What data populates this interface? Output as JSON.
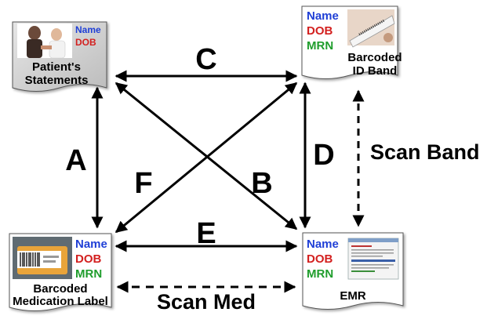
{
  "colors": {
    "name": "#1f3fd6",
    "dob": "#d3201f",
    "mrn": "#1f9d2c",
    "doc_fill": "#ffffff",
    "doc_fill_gray": "#d9d9d9",
    "arrow": "#000000"
  },
  "nodes": {
    "patient": {
      "title_line1": "Patient's",
      "title_line2": "Statements",
      "name": "Name",
      "dob": "DOB",
      "icon": "doctor-patient-photo-icon"
    },
    "band": {
      "title_line1": "Barcoded",
      "title_line2": "ID Band",
      "name": "Name",
      "dob": "DOB",
      "mrn": "MRN",
      "icon": "wristband-photo-icon"
    },
    "medication": {
      "title_line1": "Barcoded",
      "title_line2": "Medication Label",
      "name": "Name",
      "dob": "DOB",
      "mrn": "MRN",
      "icon": "pill-bottle-photo-icon"
    },
    "emr": {
      "title": "EMR",
      "name": "Name",
      "dob": "DOB",
      "mrn": "MRN",
      "icon": "emr-screenshot-icon"
    }
  },
  "edges": {
    "a": "A",
    "b": "B",
    "c": "C",
    "d": "D",
    "e": "E",
    "f": "F"
  },
  "scan": {
    "band": "Scan Band",
    "med": "Scan Med"
  }
}
